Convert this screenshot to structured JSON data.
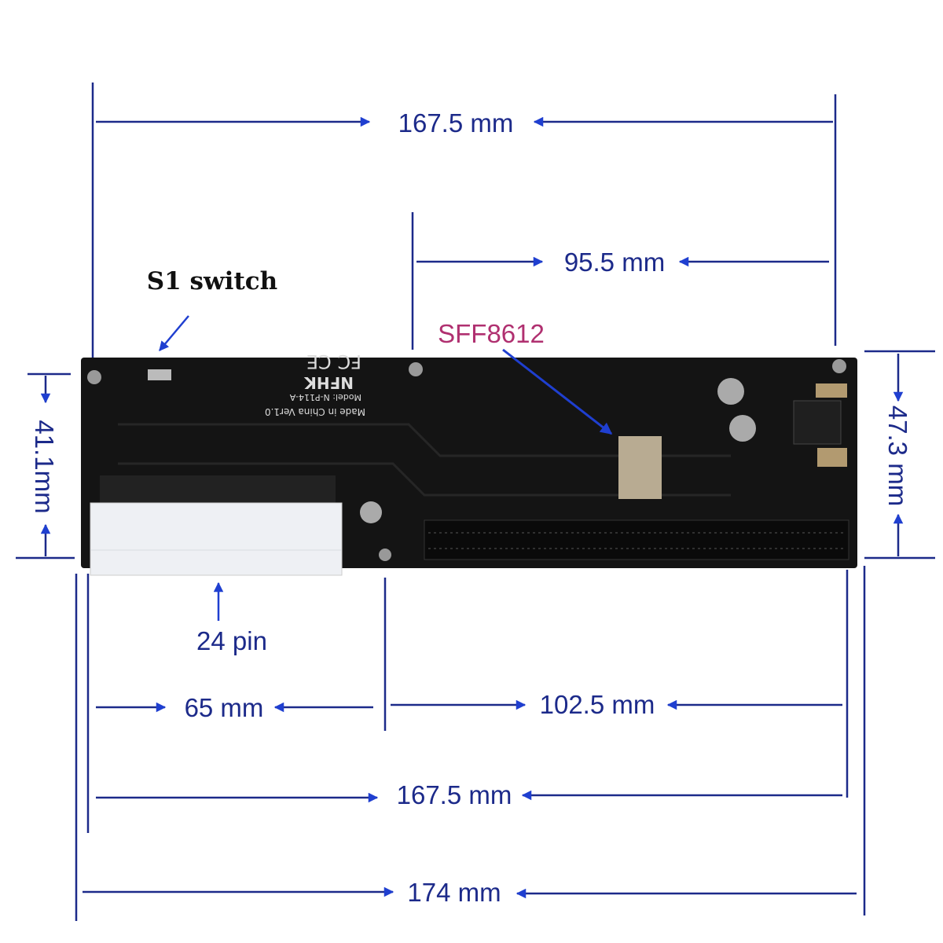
{
  "dimensions": {
    "top_width": "167.5 mm",
    "slot_to_right": "95.5 mm",
    "left_height": "41.1mm",
    "right_height": "47.3 mm",
    "left_section": "65 mm",
    "right_section": "102.5 mm",
    "bottom_width": "167.5 mm",
    "overall_width": "174 mm"
  },
  "labels": {
    "switch": "S1 switch",
    "connector": "SFF8612",
    "power_connector": "24 pin"
  },
  "board_silkscreen": {
    "brand": "NFHK",
    "model": "Model: N-P114-A",
    "made_in": "Made in China Ver1.0"
  },
  "colors": {
    "dimension_text": "#1c2a8a",
    "arrow": "#1f3fd0",
    "connector_label": "#b03070",
    "board": "#141414"
  }
}
